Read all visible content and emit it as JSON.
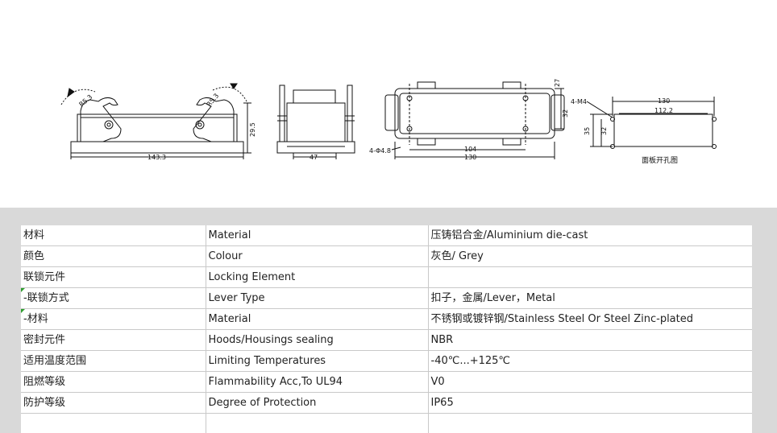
{
  "drawing": {
    "side_view": {
      "width_dim": "143.3",
      "height_dim": "29.5",
      "radius_left": "R5.3",
      "radius_right": "R5.3"
    },
    "end_view": {
      "width_dim": "47"
    },
    "top_view": {
      "hole_label": "4-Φ4.8",
      "width_inner": "104",
      "width_outer": "130",
      "height_a": "27",
      "height_b": "32"
    },
    "cutout_view": {
      "hole_label": "4-M4",
      "width_outer": "130",
      "width_inner": "112.2",
      "height_a": "35",
      "height_b": "32",
      "caption": "面板开孔图"
    }
  },
  "spec_table": {
    "rows": [
      {
        "cn": "材料",
        "en": "Material",
        "value": "压铸铝合金/Aluminium die-cast",
        "note": false
      },
      {
        "cn": "颜色",
        "en": "Colour",
        "value": "灰色/ Grey",
        "note": false
      },
      {
        "cn": "联锁元件",
        "en": "Locking Element",
        "value": "",
        "note": false
      },
      {
        "cn": " -联锁方式",
        "en": "Lever Type",
        "value": "扣子，金属/Lever，Metal",
        "note": true
      },
      {
        "cn": " -材料",
        "en": "Material",
        "value": "不锈钢或镀锌钢/Stainless Steel Or Steel Zinc-plated",
        "note": true
      },
      {
        "cn": "密封元件",
        "en": "Hoods/Housings sealing",
        "value": "NBR",
        "note": false
      },
      {
        "cn": "适用温度范围",
        "en": "Limiting Temperatures",
        "value": "-40℃...+125℃",
        "note": false
      },
      {
        "cn": "阻燃等级",
        "en": "Flammability Acc,To UL94",
        "value": "V0",
        "note": false
      },
      {
        "cn": "防护等级",
        "en": "Degree of Protection",
        "value": "IP65",
        "note": false
      }
    ]
  }
}
